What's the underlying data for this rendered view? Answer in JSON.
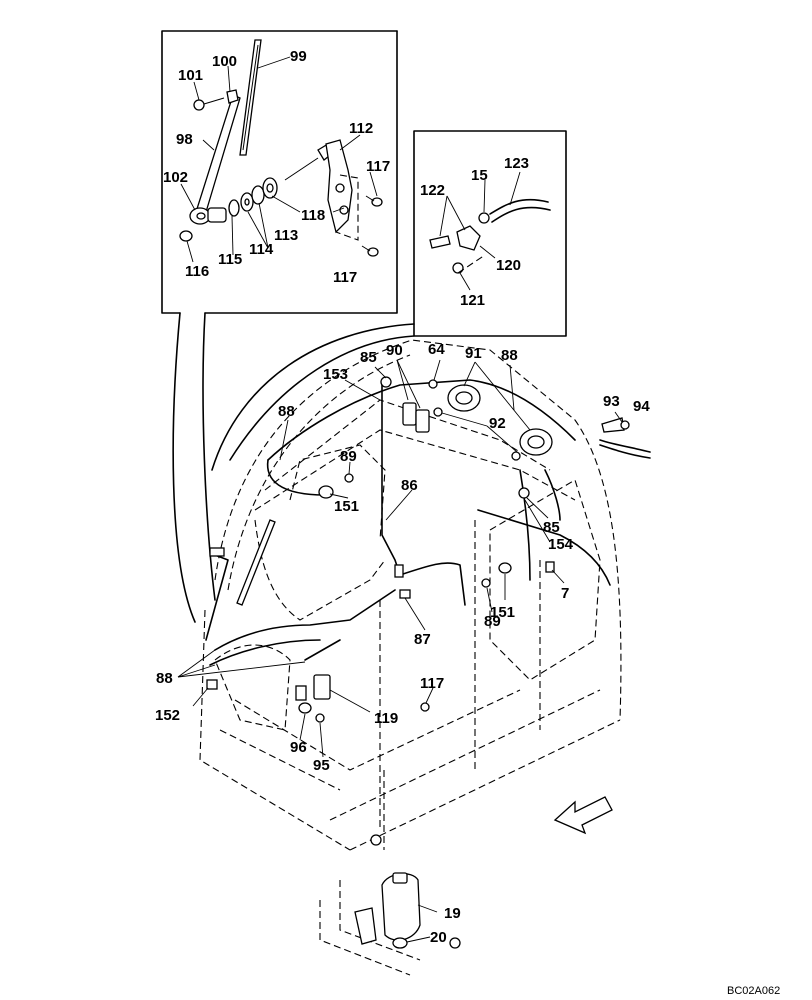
{
  "drawing_code": "BC02A062",
  "labels": {
    "p99": "99",
    "p100": "100",
    "p101": "101",
    "p98": "98",
    "p102": "102",
    "p112": "112",
    "p117a": "117",
    "p118": "118",
    "p113": "113",
    "p114": "114",
    "p115": "115",
    "p116": "116",
    "p117b": "117",
    "p123": "123",
    "p122": "122",
    "p15": "15",
    "p120": "120",
    "p121": "121",
    "p85a": "85",
    "p90": "90",
    "p64": "64",
    "p91": "91",
    "p88a": "88",
    "p153": "153",
    "p88b": "88",
    "p92": "92",
    "p93": "93",
    "p94": "94",
    "p89a": "89",
    "p151a": "151",
    "p86": "86",
    "p85b": "85",
    "p154": "154",
    "p7": "7",
    "p89b": "89",
    "p151b": "151",
    "p87": "87",
    "p88c": "88",
    "p152": "152",
    "p117c": "117",
    "p119": "119",
    "p96": "96",
    "p95": "95",
    "p19": "19",
    "p20": "20"
  }
}
